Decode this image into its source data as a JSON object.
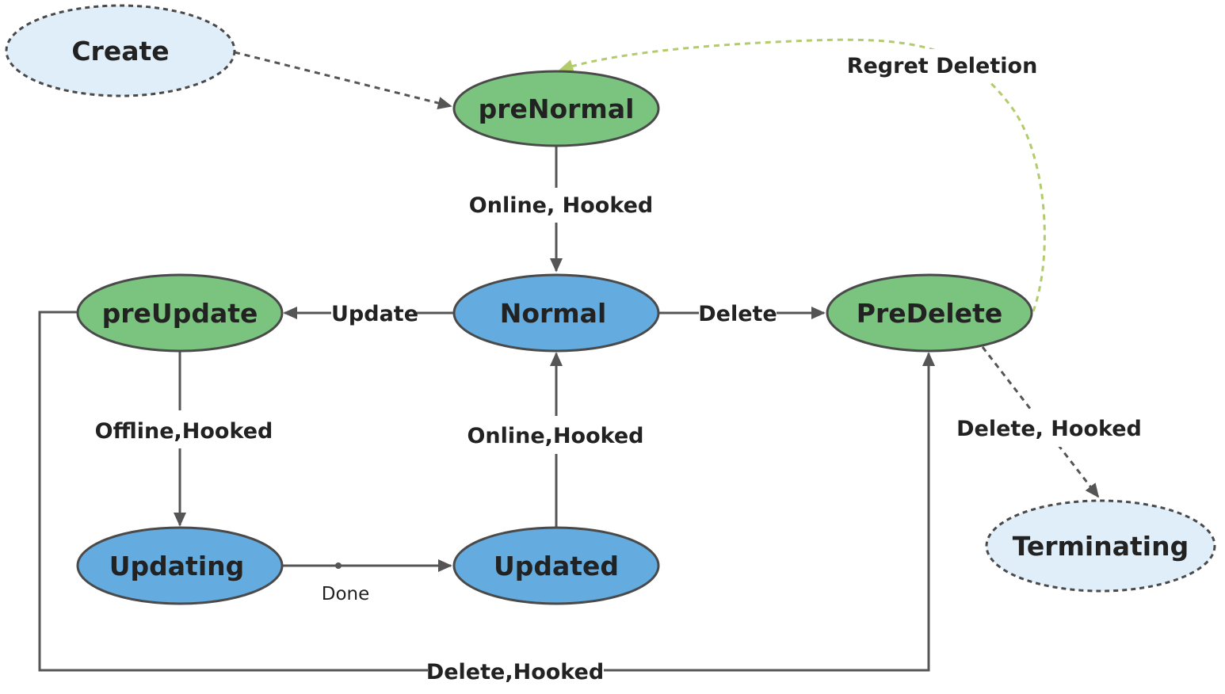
{
  "colors": {
    "green_state": "#7bc47f",
    "blue_state": "#64acdf",
    "pseudo_state": "#dfeef9",
    "outline": "#4a4a4a",
    "edge": "#555555",
    "regret_edge": "#b3cc6b",
    "text": "#222222"
  },
  "nodes": {
    "create": "Create",
    "pre_normal": "preNormal",
    "normal": "Normal",
    "pre_update": "preUpdate",
    "pre_delete": "PreDelete",
    "updating": "Updating",
    "updated": "Updated",
    "terminating": "Terminating"
  },
  "edges": {
    "online_hooked_top": "Online, Hooked",
    "update": "Update",
    "delete": "Delete",
    "offline_hooked": "Offline,Hooked",
    "online_hooked_mid": "Online,Hooked",
    "done": "Done",
    "delete_hooked_bottom": "Delete,Hooked",
    "delete_hooked_right": "Delete, Hooked",
    "regret_deletion": "Regret Deletion"
  }
}
